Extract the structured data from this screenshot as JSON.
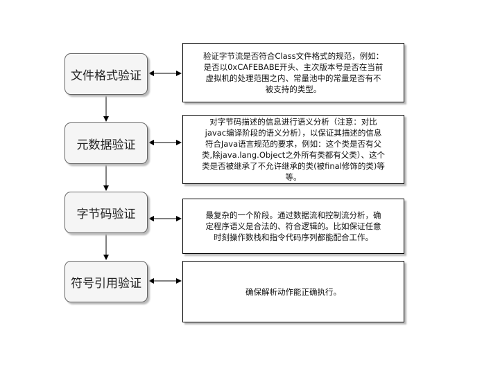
{
  "steps": [
    {
      "label": "文件格式验证",
      "desc": "验证字节流是否符合Class文件格式的规范，例如：\n是否以0xCAFEBABE开头、主次版本号是否在当前\n虚拟机的处理范围之内、常量池中的常量是否有不\n被支持的类型。"
    },
    {
      "label": "元数据验证",
      "desc": "对字节码描述的信息进行语义分析（注意：对比\njavac编译阶段的语义分析），以保证其描述的信息\n符合Java语言规范的要求，例如：这个类是否有父\n类,除java.lang.Object之外所有类都有父类）、这个\n类是否被继承了不允许继承的类(被final修饰的类)等\n等。"
    },
    {
      "label": "字节码验证",
      "desc": "最复杂的一个阶段。通过数据流和控制流分析，确\n定程序语义是合法的、符合逻辑的。比如保证任意\n时刻操作数栈和指令代码序列都能配合工作。"
    },
    {
      "label": "符号引用验证",
      "desc": "确保解析动作能正确执行。"
    }
  ]
}
